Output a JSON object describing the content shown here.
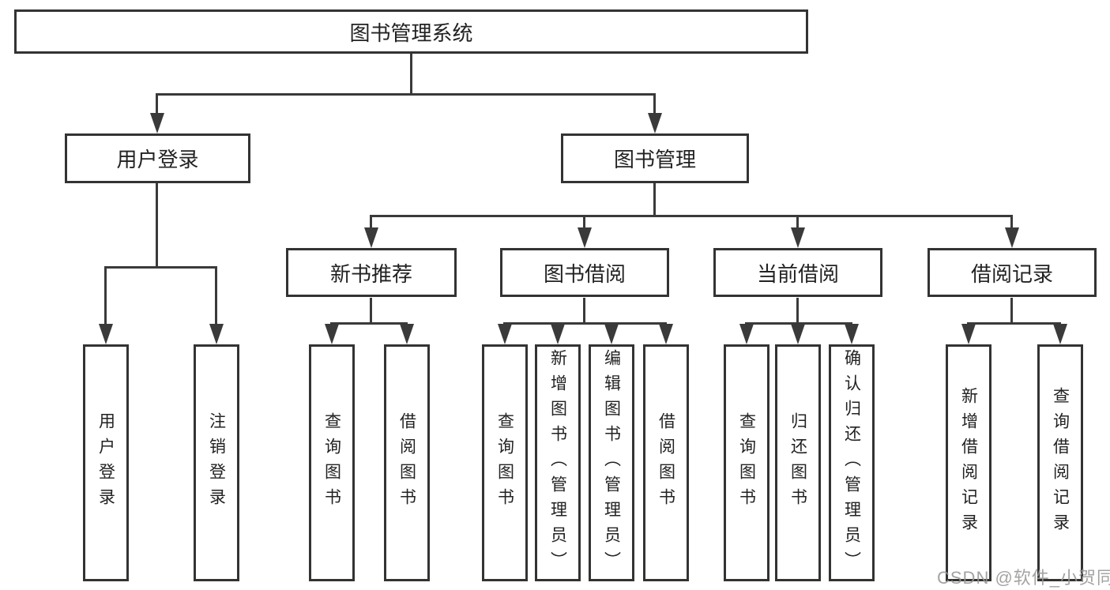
{
  "root": {
    "label": "图书管理系统"
  },
  "branches": [
    {
      "label": "用户登录",
      "children": [
        {
          "label": "用户登录"
        },
        {
          "label": "注销登录"
        }
      ]
    },
    {
      "label": "图书管理",
      "children": [
        {
          "label": "新书推荐",
          "children": [
            {
              "label": "查询图书"
            },
            {
              "label": "借阅图书"
            }
          ]
        },
        {
          "label": "图书借阅",
          "children": [
            {
              "label": "查询图书"
            },
            {
              "label": "新增图书（管理员）"
            },
            {
              "label": "编辑图书（管理员）"
            },
            {
              "label": "借阅图书"
            }
          ]
        },
        {
          "label": "当前借阅",
          "children": [
            {
              "label": "查询图书"
            },
            {
              "label": "归还图书"
            },
            {
              "label": "确认归还（管理员）"
            }
          ]
        },
        {
          "label": "借阅记录",
          "children": [
            {
              "label": "新增借阅记录"
            },
            {
              "label": "查询借阅记录"
            }
          ]
        }
      ]
    }
  ],
  "watermark": {
    "text": "CSDN @软件_小贺同学"
  },
  "colors": {
    "line": "#3a3a3a",
    "box_border": "#333333",
    "box_fill": "#ffffff",
    "text": "#222222",
    "watermark": "#969696",
    "background": "#ffffff"
  }
}
